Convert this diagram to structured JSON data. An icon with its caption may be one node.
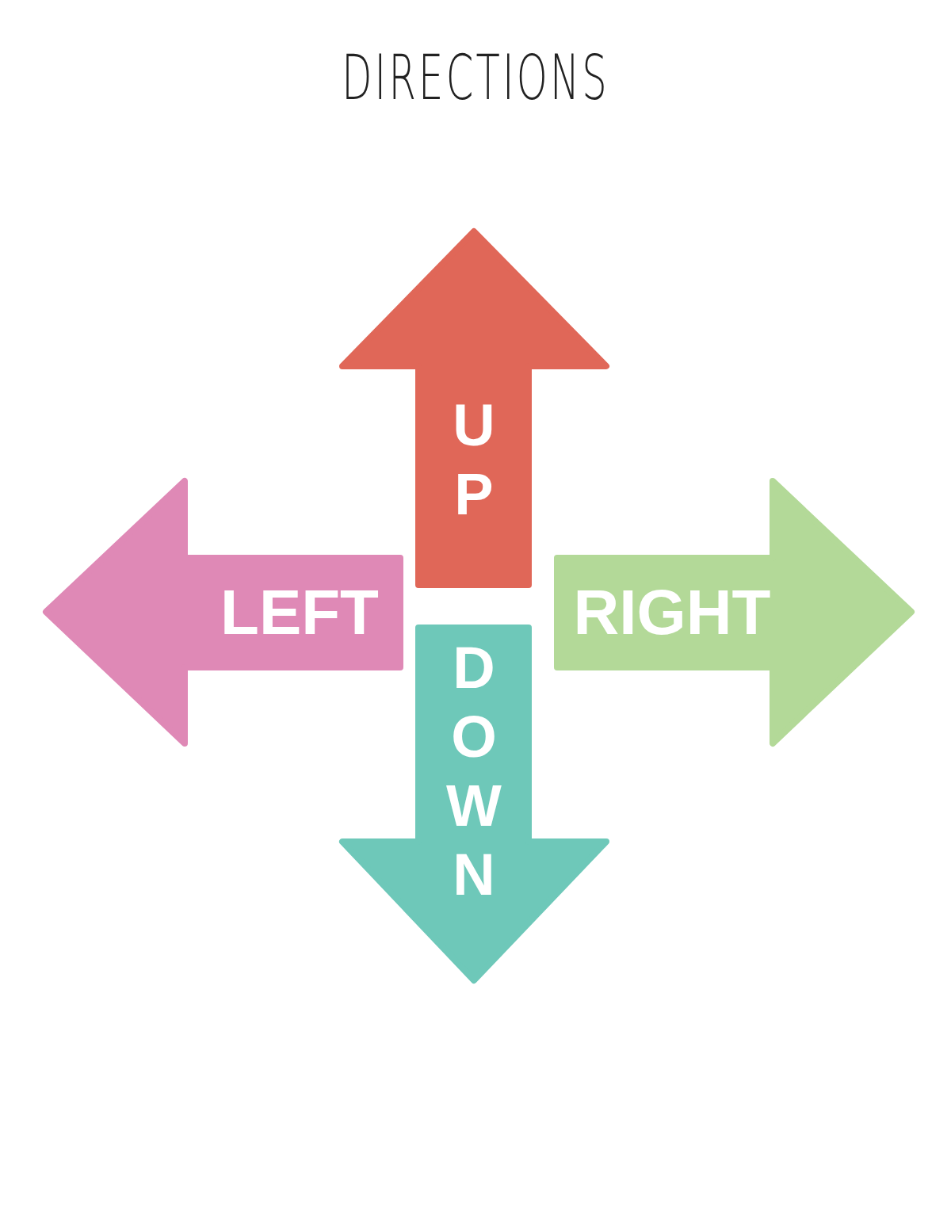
{
  "diagram": {
    "title": "DIRECTIONS",
    "nodes": [
      {
        "text": [
          "UP"
        ]
      },
      {
        "text": [
          "LEFT"
        ]
      },
      {
        "text": [
          "RIGHT"
        ]
      },
      {
        "text": [
          "DOWN"
        ]
      }
    ],
    "edges": []
  }
}
